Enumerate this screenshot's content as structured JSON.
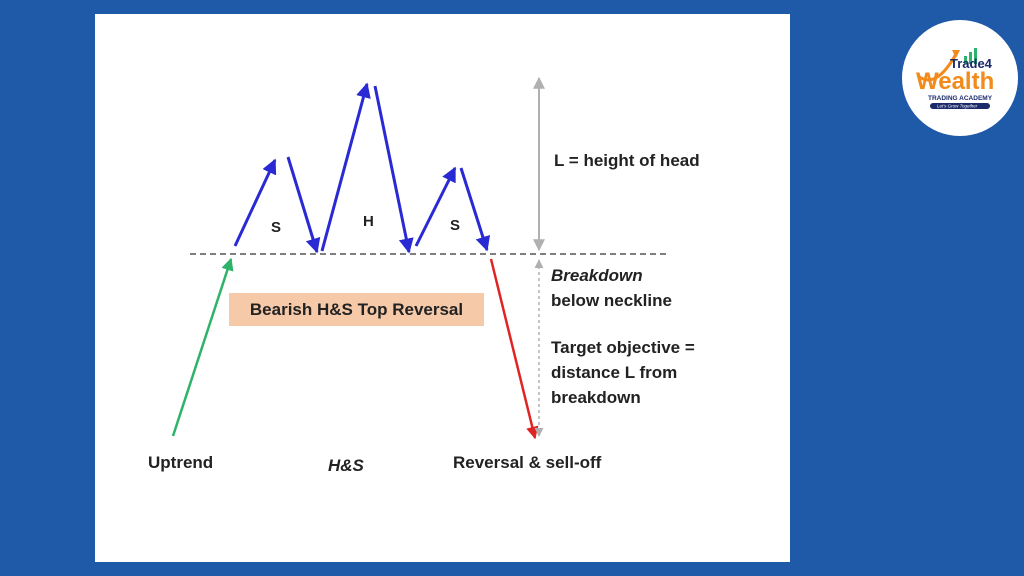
{
  "diagram": {
    "left_shoulder": "S",
    "head": "H",
    "right_shoulder": "S",
    "banner": "Bearish H&S Top Reversal",
    "height_note": "L = height of head",
    "breakdown_word": "Breakdown",
    "breakdown_rest": "below neckline",
    "target_line1": "Target objective =",
    "target_line2": "distance L from",
    "target_line3": "breakdown",
    "uptrend": "Uptrend",
    "hs": "H&S",
    "reversal": "Reversal & sell-off"
  },
  "logo": {
    "brand_top": "Trade4",
    "brand_main": "Wealth",
    "sub": "TRADING ACADEMY",
    "tagline": "Let's Grow Together"
  },
  "colors": {
    "background": "#1e5aa8",
    "pattern_arrows": "#2a2ad4",
    "uptrend_arrow": "#2db36a",
    "selloff_arrow": "#e02424",
    "banner_fill": "#f6c9a8",
    "measure_arrows": "#b0b0b0"
  }
}
